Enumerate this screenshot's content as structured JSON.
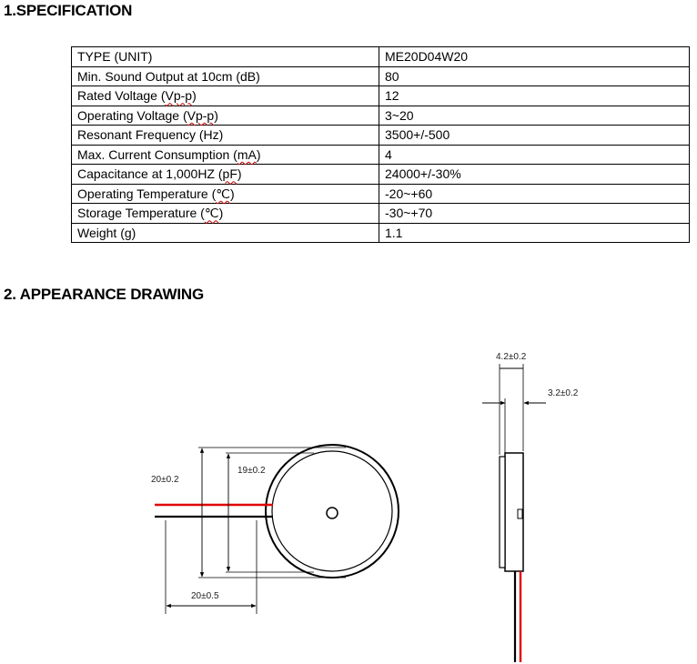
{
  "sections": {
    "spec_heading": "1.SPECIFICATION",
    "drawing_heading": "2. APPEARANCE DRAWING"
  },
  "spec_rows": [
    {
      "name": "TYPE (UNIT)",
      "value": "ME20D04W20"
    },
    {
      "name": "Min. Sound Output at 10cm (dB)",
      "value": "80"
    },
    {
      "name": "Rated Voltage (Vp-p)",
      "value": "12"
    },
    {
      "name": "Operating Voltage (Vp-p)",
      "value": "3~20"
    },
    {
      "name": "Resonant Frequency (Hz)",
      "value": "3500+/-500"
    },
    {
      "name": "Max. Current Consumption (mA)",
      "value": "4"
    },
    {
      "name": "Capacitance at 1,000HZ (pF)",
      "value": "24000+/-30%"
    },
    {
      "name": "Operating Temperature (℃)",
      "value": "-20~+60"
    },
    {
      "name": "Storage Temperature (℃)",
      "value": "-30~+70"
    },
    {
      "name": "Weight (g)",
      "value": "1.1"
    }
  ],
  "drawing": {
    "dim_outer_height": "20±0.2",
    "dim_inner_height": "19±0.2",
    "dim_lead_length": "20±0.5",
    "dim_total_thickness": "4.2±0.2",
    "dim_body_thickness": "3.2±0.2",
    "lead_color_red": "#e00000",
    "lead_color_black": "#000000"
  }
}
